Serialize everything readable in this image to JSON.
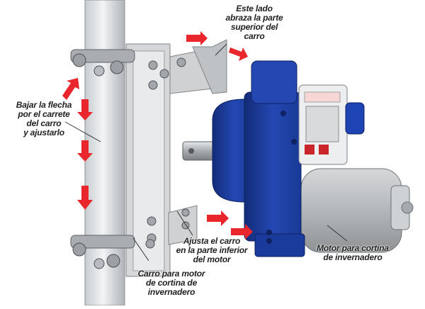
{
  "labels": {
    "top": [
      "Este lado",
      "abraza la parte",
      "superior del",
      "carro"
    ],
    "left": [
      "Bajar la flecha",
      "por el carrete",
      "del carro",
      "y ajustarlo"
    ],
    "bottom_center": [
      "Ajusta el carro",
      "en la parte inferior",
      "del motor"
    ],
    "bottom_left": [
      "Carro para motor",
      "de cortina de",
      "invernadero"
    ],
    "bottom_right": [
      "Motor para cortina",
      "de invernadero"
    ]
  },
  "colors": {
    "arrow": "#e8262b",
    "motor_blue": "#1c3fa0",
    "motor_gray": "#b9bcc0",
    "bracket": "#c9cbce"
  }
}
